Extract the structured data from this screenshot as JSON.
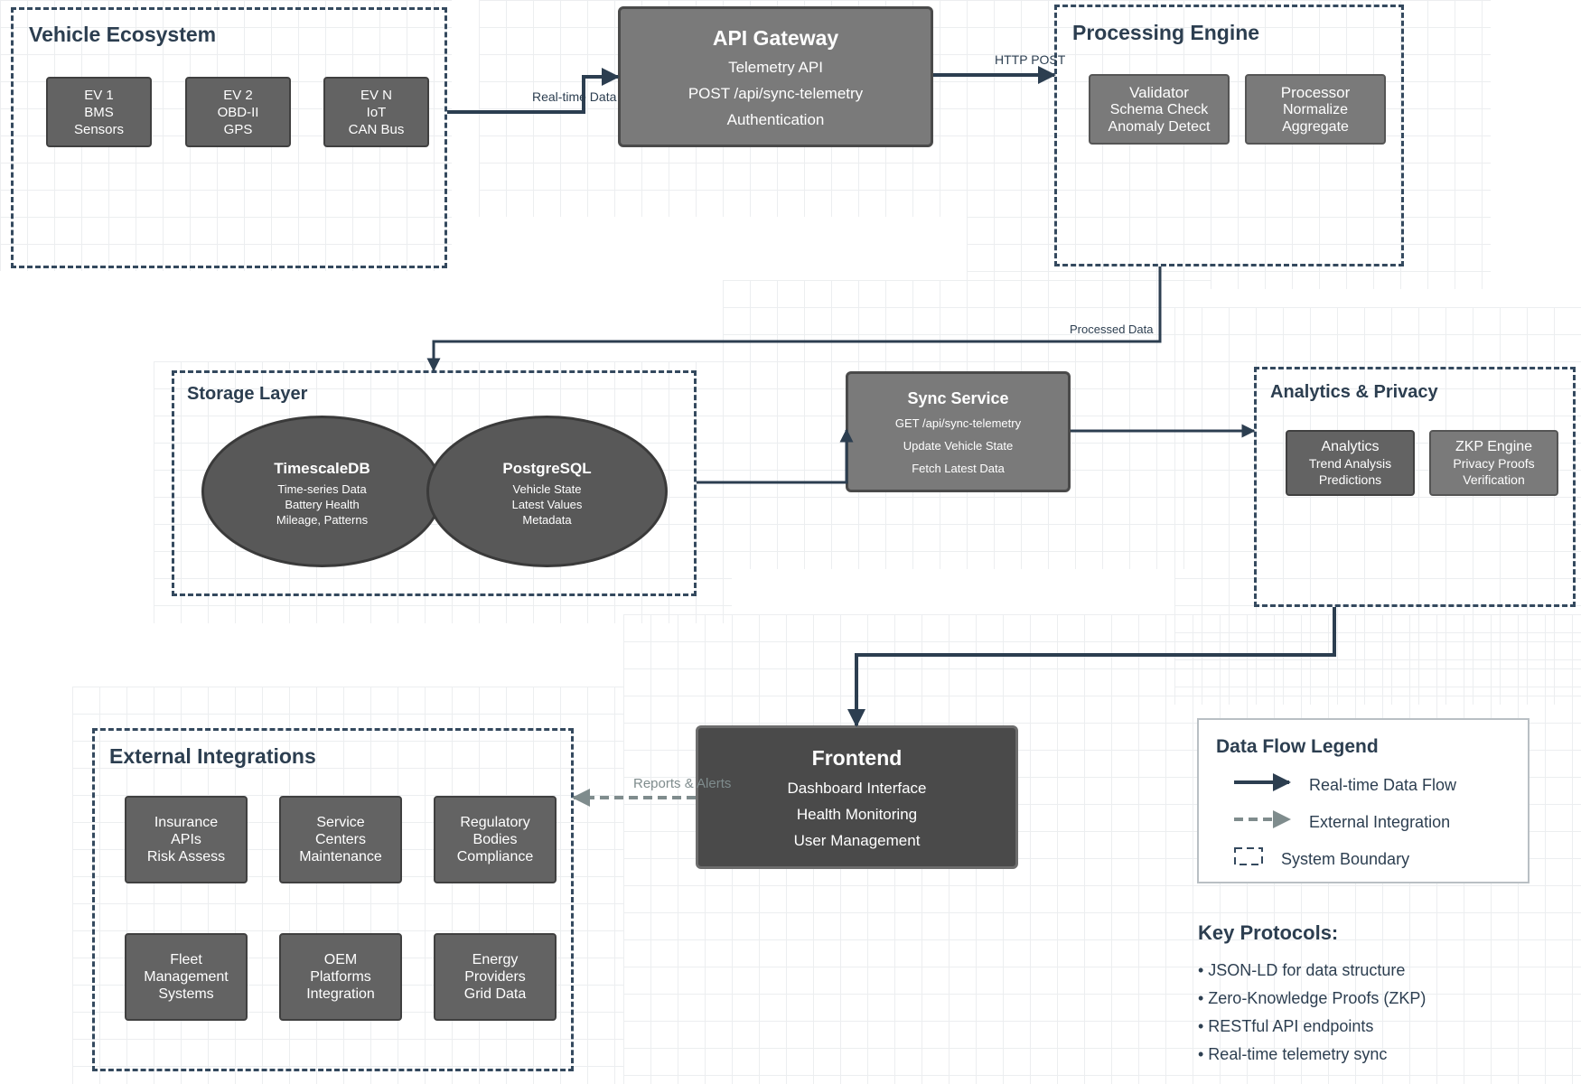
{
  "vehicle_ecosystem": {
    "title": "Vehicle Ecosystem",
    "nodes": [
      {
        "lines": [
          "EV 1",
          "BMS",
          "Sensors"
        ]
      },
      {
        "lines": [
          "EV 2",
          "OBD-II",
          "GPS"
        ]
      },
      {
        "lines": [
          "EV N",
          "IoT",
          "CAN Bus"
        ]
      }
    ]
  },
  "api_gateway": {
    "title": "API Gateway",
    "lines": [
      "Telemetry API",
      "POST /api/sync-telemetry",
      "Authentication"
    ]
  },
  "processing_engine": {
    "title": "Processing Engine",
    "nodes": [
      {
        "lines": [
          "Validator",
          "Schema Check",
          "Anomaly Detect"
        ]
      },
      {
        "lines": [
          "Processor",
          "Normalize",
          "Aggregate"
        ]
      }
    ]
  },
  "storage_layer": {
    "title": "Storage Layer",
    "databases": [
      {
        "name": "TimescaleDB",
        "lines": [
          "Time-series Data",
          "Battery Health",
          "Mileage, Patterns"
        ]
      },
      {
        "name": "PostgreSQL",
        "lines": [
          "Vehicle State",
          "Latest Values",
          "Metadata"
        ]
      }
    ]
  },
  "sync_service": {
    "title": "Sync Service",
    "lines": [
      "GET /api/sync-telemetry",
      "Update Vehicle State",
      "Fetch Latest Data"
    ]
  },
  "analytics_privacy": {
    "title": "Analytics & Privacy",
    "nodes": [
      {
        "lines": [
          "Analytics",
          "Trend Analysis",
          "Predictions"
        ]
      },
      {
        "lines": [
          "ZKP Engine",
          "Privacy Proofs",
          "Verification"
        ]
      }
    ]
  },
  "frontend": {
    "title": "Frontend",
    "lines": [
      "Dashboard Interface",
      "Health Monitoring",
      "User Management"
    ]
  },
  "external_integrations": {
    "title": "External Integrations",
    "nodes": [
      {
        "lines": [
          "Insurance",
          "APIs",
          "Risk Assess"
        ]
      },
      {
        "lines": [
          "Service",
          "Centers",
          "Maintenance"
        ]
      },
      {
        "lines": [
          "Regulatory",
          "Bodies",
          "Compliance"
        ]
      },
      {
        "lines": [
          "Fleet",
          "Management",
          "Systems"
        ]
      },
      {
        "lines": [
          "OEM",
          "Platforms",
          "Integration"
        ]
      },
      {
        "lines": [
          "Energy",
          "Providers",
          "Grid Data"
        ]
      }
    ]
  },
  "edge_labels": {
    "realtime": "Real-time Data",
    "http_post": "HTTP POST",
    "processed": "Processed Data",
    "reports": "Reports & Alerts"
  },
  "legend": {
    "title": "Data Flow Legend",
    "items": [
      "Real-time Data Flow",
      "External Integration",
      "System Boundary"
    ]
  },
  "protocols": {
    "title": "Key Protocols:",
    "items": [
      "• JSON-LD for data structure",
      "• Zero-Knowledge Proofs (ZKP)",
      "• RESTful API endpoints",
      "• Real-time telemetry sync"
    ]
  },
  "colors": {
    "flow": "#2c3e50",
    "external_flow": "#7f8c8d",
    "node": "#636363",
    "frontend": "#4a4a4a"
  }
}
